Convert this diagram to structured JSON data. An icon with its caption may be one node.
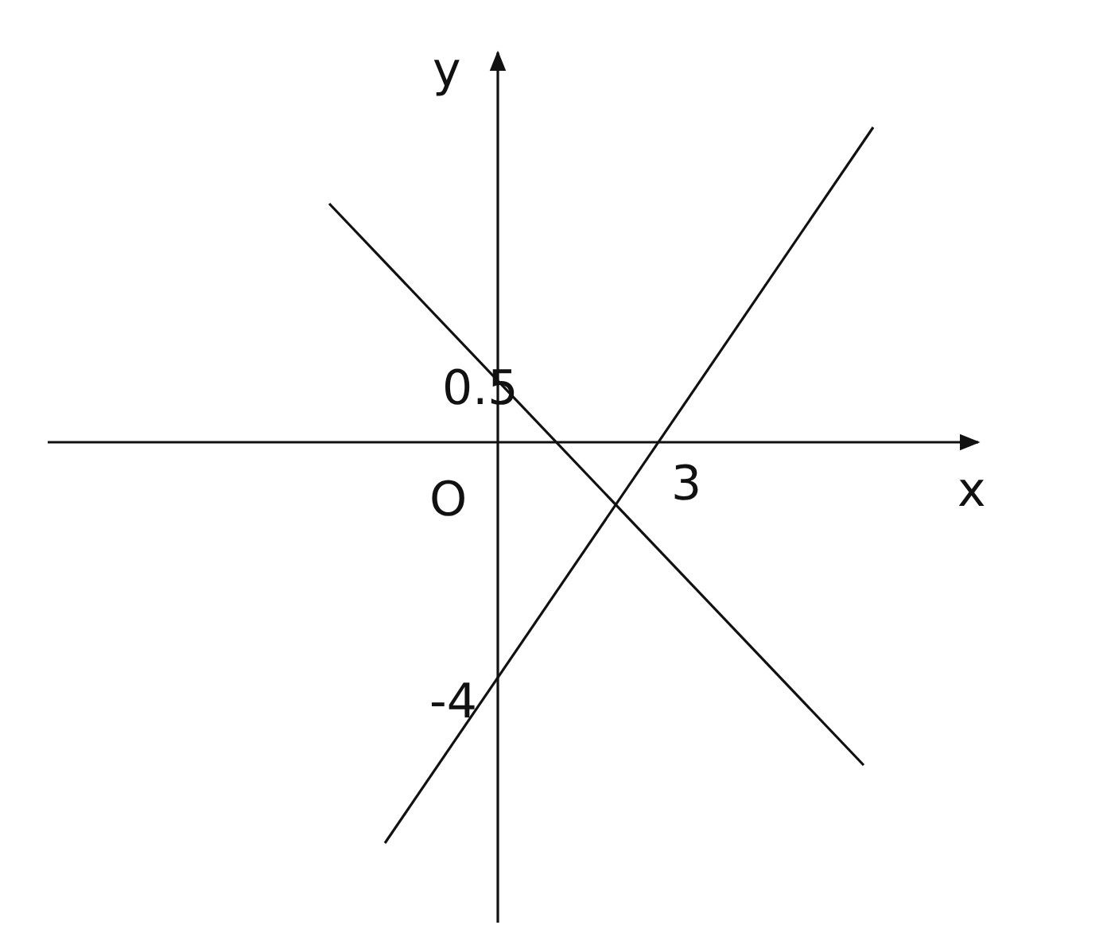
{
  "diagram": {
    "labels": [
      "y",
      "0.5",
      "O",
      "3",
      "x",
      "-4"
    ]
  }
}
